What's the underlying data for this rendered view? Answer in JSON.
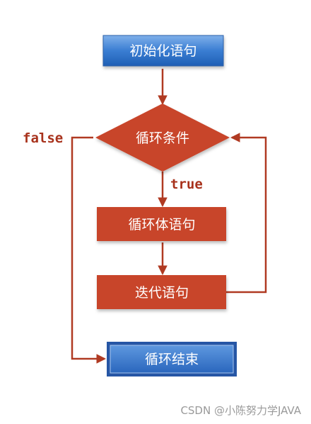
{
  "nodes": {
    "init": "初始化语句",
    "condition": "循环条件",
    "body": "循环体语句",
    "iteration": "迭代语句",
    "end": "循环结束"
  },
  "edges": {
    "true_label": "true",
    "false_label": "false"
  },
  "watermark": "CSDN @小陈努力学JAVA",
  "colors": {
    "red_node": "#c8442a",
    "arrow": "#b03a22",
    "blue_node": "#2f72c8",
    "label": "#a8321c"
  }
}
